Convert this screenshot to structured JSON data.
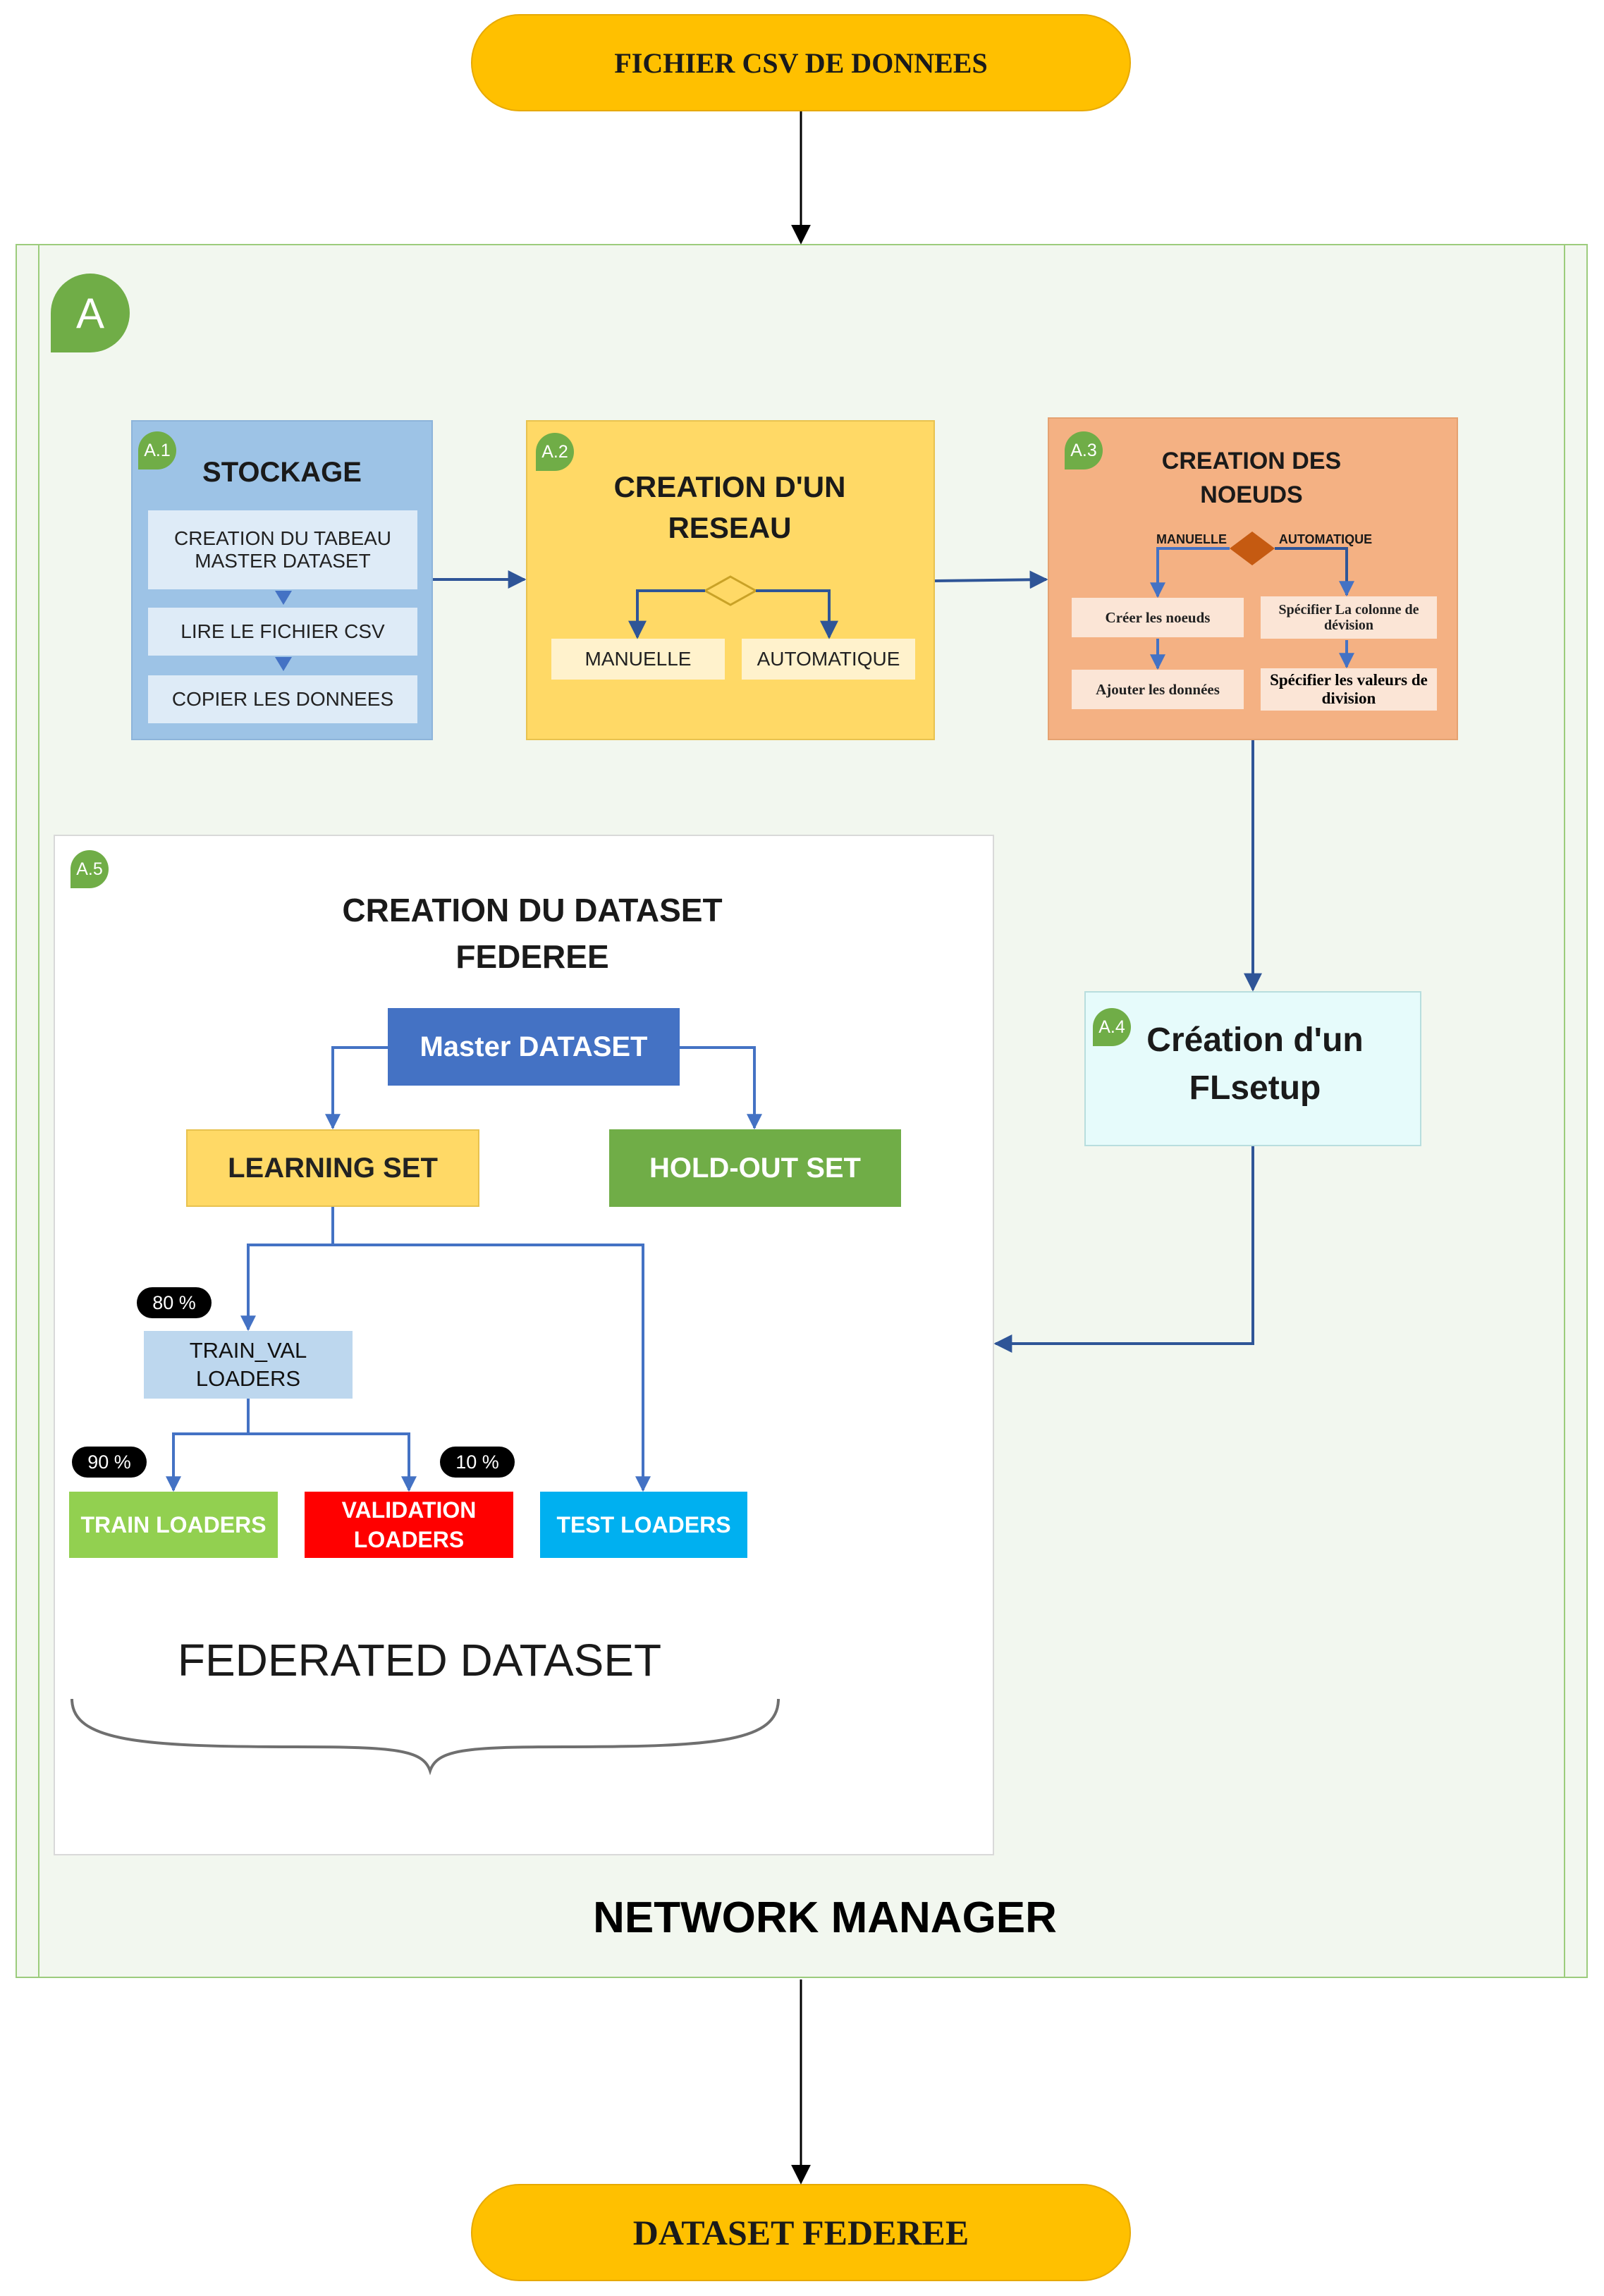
{
  "start": {
    "label": "FICHIER CSV DE DONNEES"
  },
  "end": {
    "label": "DATASET FEDEREE"
  },
  "container": {
    "badge": "A",
    "title": "NETWORK MANAGER"
  },
  "a1": {
    "badge": "A.1",
    "title": "STOCKAGE",
    "steps": [
      "CREATION DU TABEAU MASTER DATASET",
      "LIRE LE FICHIER CSV",
      "COPIER LES DONNEES"
    ]
  },
  "a2": {
    "badge": "A.2",
    "title": "CREATION D'UN RESEAU",
    "left_option": "MANUELLE",
    "right_option": "AUTOMATIQUE"
  },
  "a3": {
    "badge": "A.3",
    "title": "CREATION DES NOEUDS",
    "left_label": "MANUELLE",
    "right_label": "AUTOMATIQUE",
    "left_step1": "Créer les noeuds",
    "left_step2": "Ajouter les données",
    "right_step1": "Spécifier La colonne de dévision",
    "right_step2": "Spécifier les valeurs de division"
  },
  "a4": {
    "badge": "A.4",
    "title": "Création d'un FLsetup"
  },
  "a5": {
    "badge": "A.5",
    "title": "CREATION DU DATASET FEDEREE",
    "master": "Master DATASET",
    "learning": "LEARNING SET",
    "holdout": "HOLD-OUT SET",
    "train_val": "TRAIN_VAL LOADERS",
    "pct_train_val": "80 %",
    "pct_train": "90 %",
    "pct_val": "10 %",
    "train": "TRAIN LOADERS",
    "validation": "VALIDATION LOADERS",
    "test": "TEST LOADERS",
    "federated": "FEDERATED DATASET"
  },
  "colors": {
    "pill": "#ffc000",
    "container_bg": "#f2f7ef",
    "container_border": "#9ccc7c",
    "a1_bg": "#9dc3e6",
    "a2_bg": "#ffd966",
    "a3_bg": "#f4b183",
    "a4_bg": "#e6fbfb",
    "connector": "#2f5597",
    "master": "#4472c4",
    "learning": "#ffd966",
    "holdout": "#70ad47",
    "train": "#92d050",
    "validation": "#ff0000",
    "test": "#00b0f0"
  }
}
